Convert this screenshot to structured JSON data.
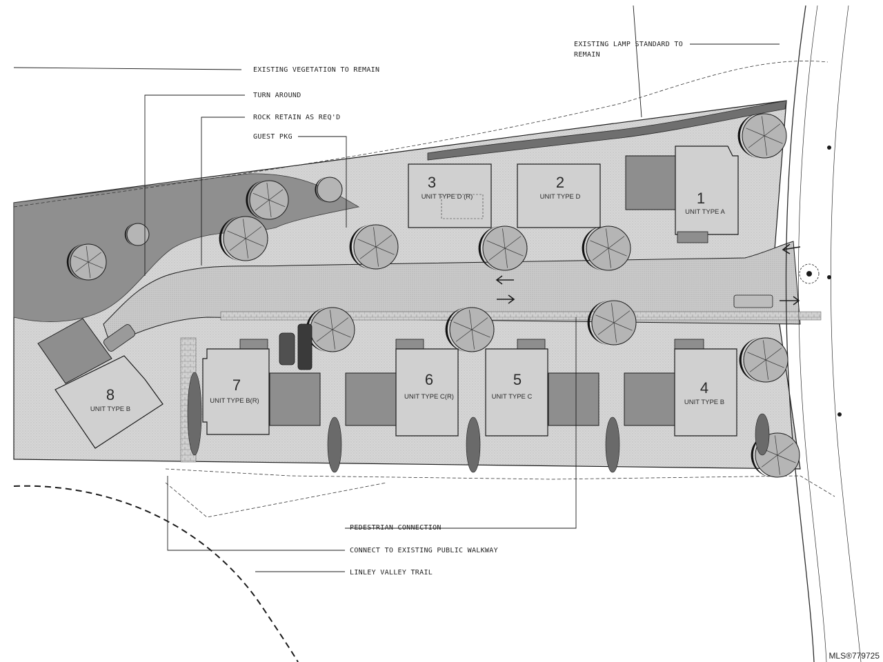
{
  "annotations": {
    "vegetation": "EXISTING VEGETATION TO REMAIN",
    "turn_around": "TURN AROUND",
    "rock_retain": "ROCK RETAIN AS REQ'D",
    "guest_pkg": "GUEST PKG",
    "lamp_line1": "EXISTING LAMP STANDARD TO",
    "lamp_line2": "REMAIN",
    "pedestrian": "PEDESTRIAN CONNECTION",
    "walkway": "CONNECT TO EXISTING PUBLIC WALKWAY",
    "trail": "LINLEY VALLEY TRAIL"
  },
  "units": [
    {
      "number": "1",
      "type": "UNIT TYPE A"
    },
    {
      "number": "2",
      "type": "UNIT TYPE D"
    },
    {
      "number": "3",
      "type": "UNIT TYPE D (R)"
    },
    {
      "number": "4",
      "type": "UNIT TYPE B"
    },
    {
      "number": "5",
      "type": "UNIT TYPE C"
    },
    {
      "number": "6",
      "type": "UNIT TYPE C(R)"
    },
    {
      "number": "7",
      "type": "UNIT TYPE B(R)"
    },
    {
      "number": "8",
      "type": "UNIT TYPE B"
    }
  ],
  "watermark": "MLS®779725",
  "colors": {
    "site": "#d4d4d4",
    "road": "#c6c6c6",
    "vegetation": "#8a8a8a",
    "building": "#cfcfcf",
    "garage": "#8e8e8e",
    "tree": "#b5b5b5",
    "line": "#1a1a1a"
  }
}
